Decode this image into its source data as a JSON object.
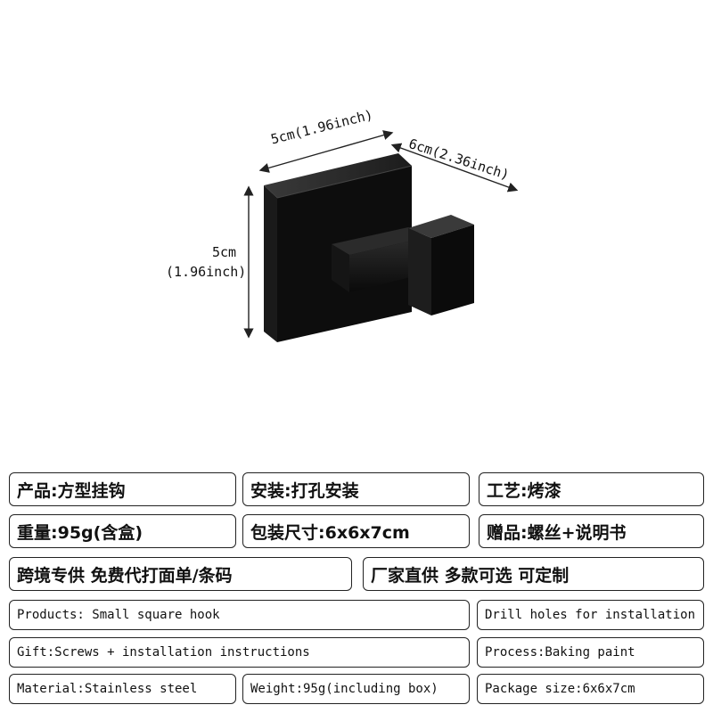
{
  "dimensions": {
    "width_label": "5cm(1.96inch)",
    "depth_label": "6cm(2.36inch)",
    "height_cm": "5cm",
    "height_inch": "(1.96inch)"
  },
  "specs_cn": {
    "product": "产品:方型挂钩",
    "install": "安装:打孔安装",
    "process": "工艺:烤漆",
    "weight": "重量:95g(含盒)",
    "package": "包装尺寸:6x6x7cm",
    "gift": "赠品:螺丝+说明书",
    "cross_border": "跨境专供 免费代打面单/条码",
    "factory": "厂家直供 多款可选 可定制"
  },
  "specs_en": {
    "product": "Products: Small square hook",
    "install": "Drill holes for installation",
    "gift": "Gift:Screws + installation instructions",
    "process": "Process:Baking paint",
    "material": "Material:Stainless steel",
    "weight": "Weight:95g(including box)",
    "package": "Package size:6x6x7cm"
  },
  "colors": {
    "hook": "#0e0e0e",
    "hook_edge": "#2a2a2a",
    "border": "#222222"
  }
}
